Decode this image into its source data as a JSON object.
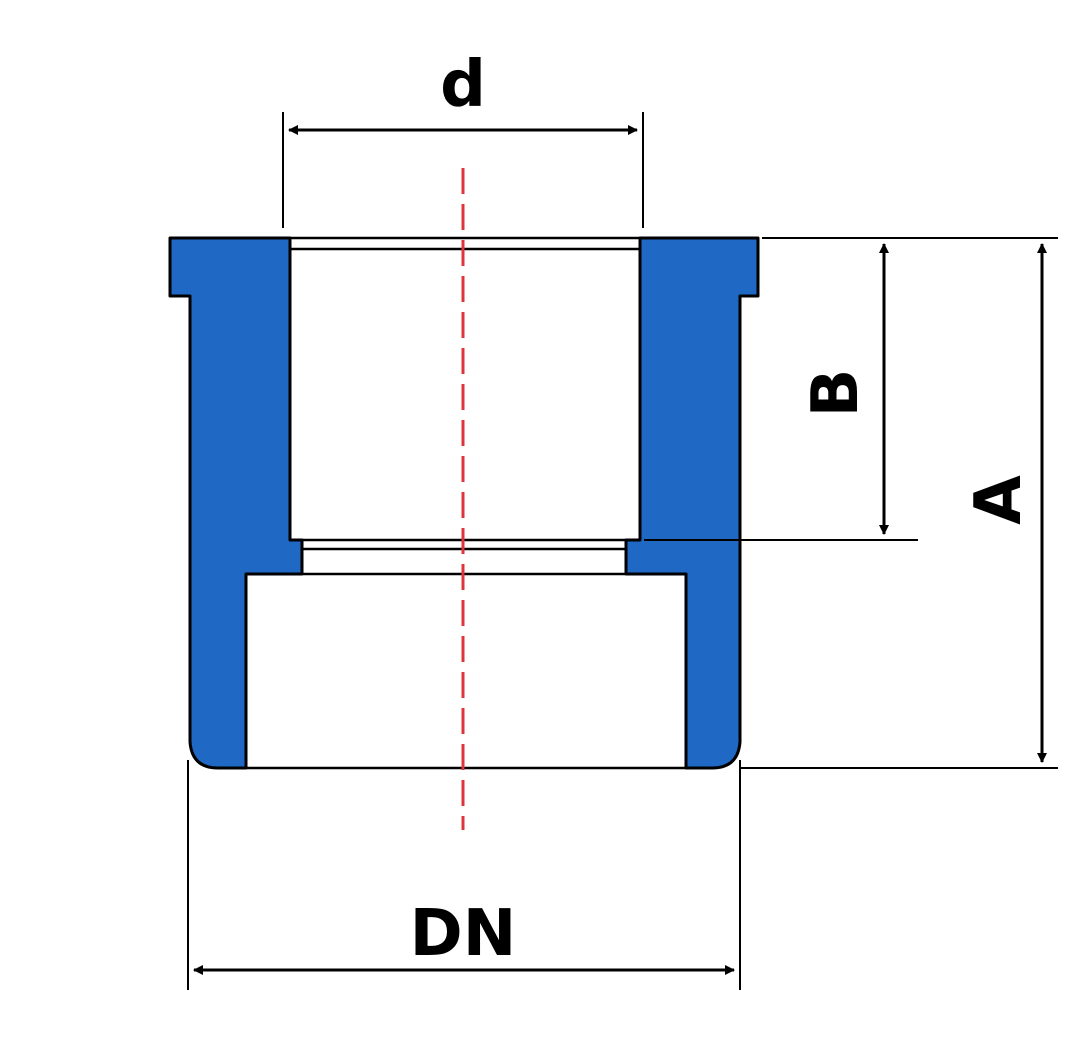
{
  "labels": {
    "inner_diameter": "d",
    "nominal_diameter": "DN",
    "socket_depth": "B",
    "overall_height": "A"
  },
  "colors": {
    "body_fill": "#1f69c4",
    "outline": "#000000",
    "centerline": "#e0343c",
    "dimension_line": "#000000",
    "background": "#ffffff"
  }
}
